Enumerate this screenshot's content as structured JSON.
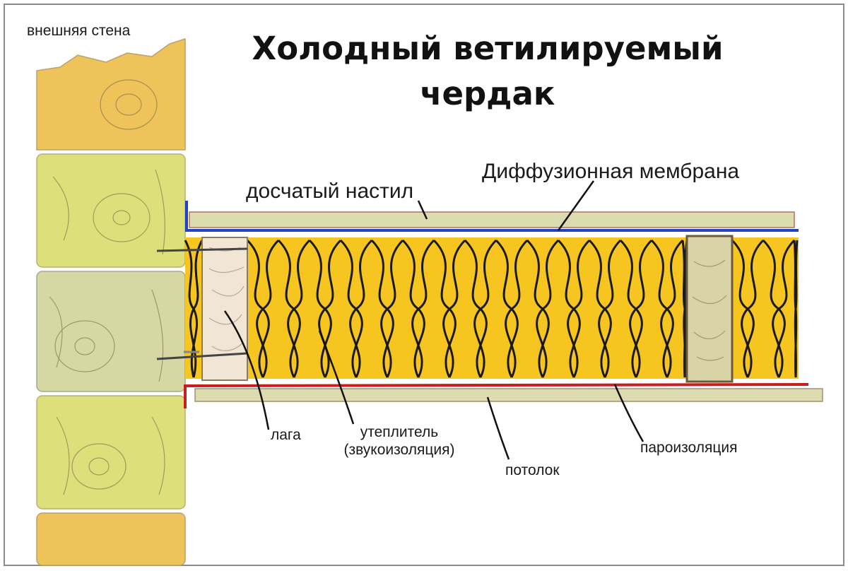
{
  "title": {
    "line1": "Холодный ветилируемый",
    "line2": "чердак"
  },
  "labels": {
    "outer_wall": "внешняя стена",
    "plank_deck": "досчатый настил",
    "diffusion_membrane": "Диффузионная мембрана",
    "joist": "лага",
    "insulation_line1": "утеплитель",
    "insulation_line2": "(звукоизоляция)",
    "ceiling": "потолок",
    "vapor_barrier": "пароизоляция"
  },
  "colors": {
    "insulation": "#f7c520",
    "insulation_outline": "#1a1a1a",
    "joist_wood": "#f1e6d6",
    "joist_right": "#d9d4a8",
    "deck": "#dcdcb0",
    "membrane": "#2240c8",
    "vapor_barrier": "#c81e1e",
    "wall_log_yellow": "#eec35a",
    "wall_log_lime": "#dde07a",
    "wall_log_sage": "#d6d8a4"
  }
}
